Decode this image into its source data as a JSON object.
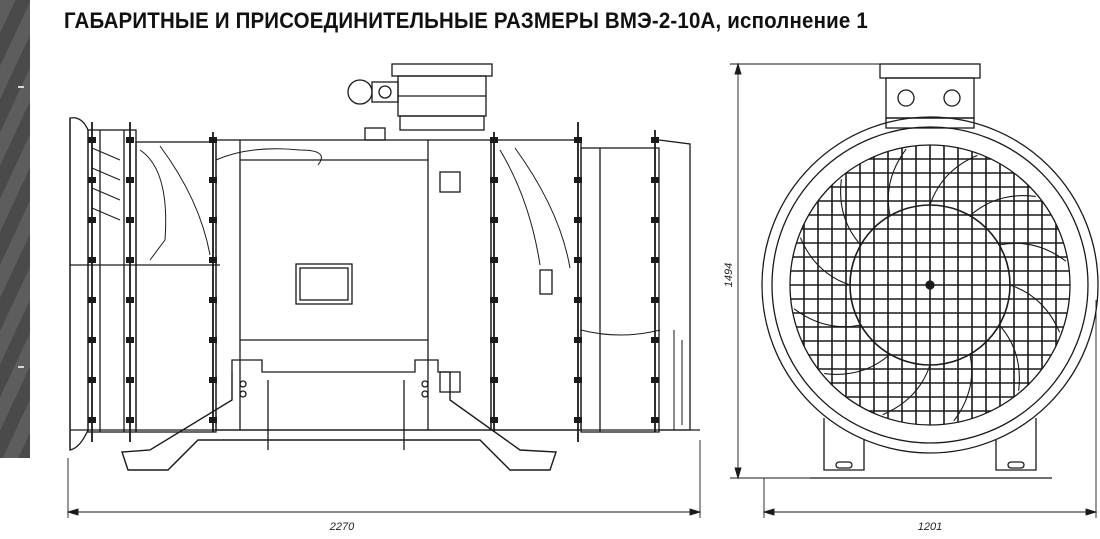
{
  "title": {
    "main": "ГАБАРИТНЫЕ И ПРИСОЕДИНИТЕЛЬНЫЕ РАЗМЕРЫ ВМЭ-2-10А,",
    "suffix": "исполнение 1"
  },
  "dimensions": {
    "side_length": "2270",
    "front_width": "1201",
    "front_height": "1494"
  },
  "colors": {
    "line": "#1a1a1a",
    "strip": "#555555"
  }
}
